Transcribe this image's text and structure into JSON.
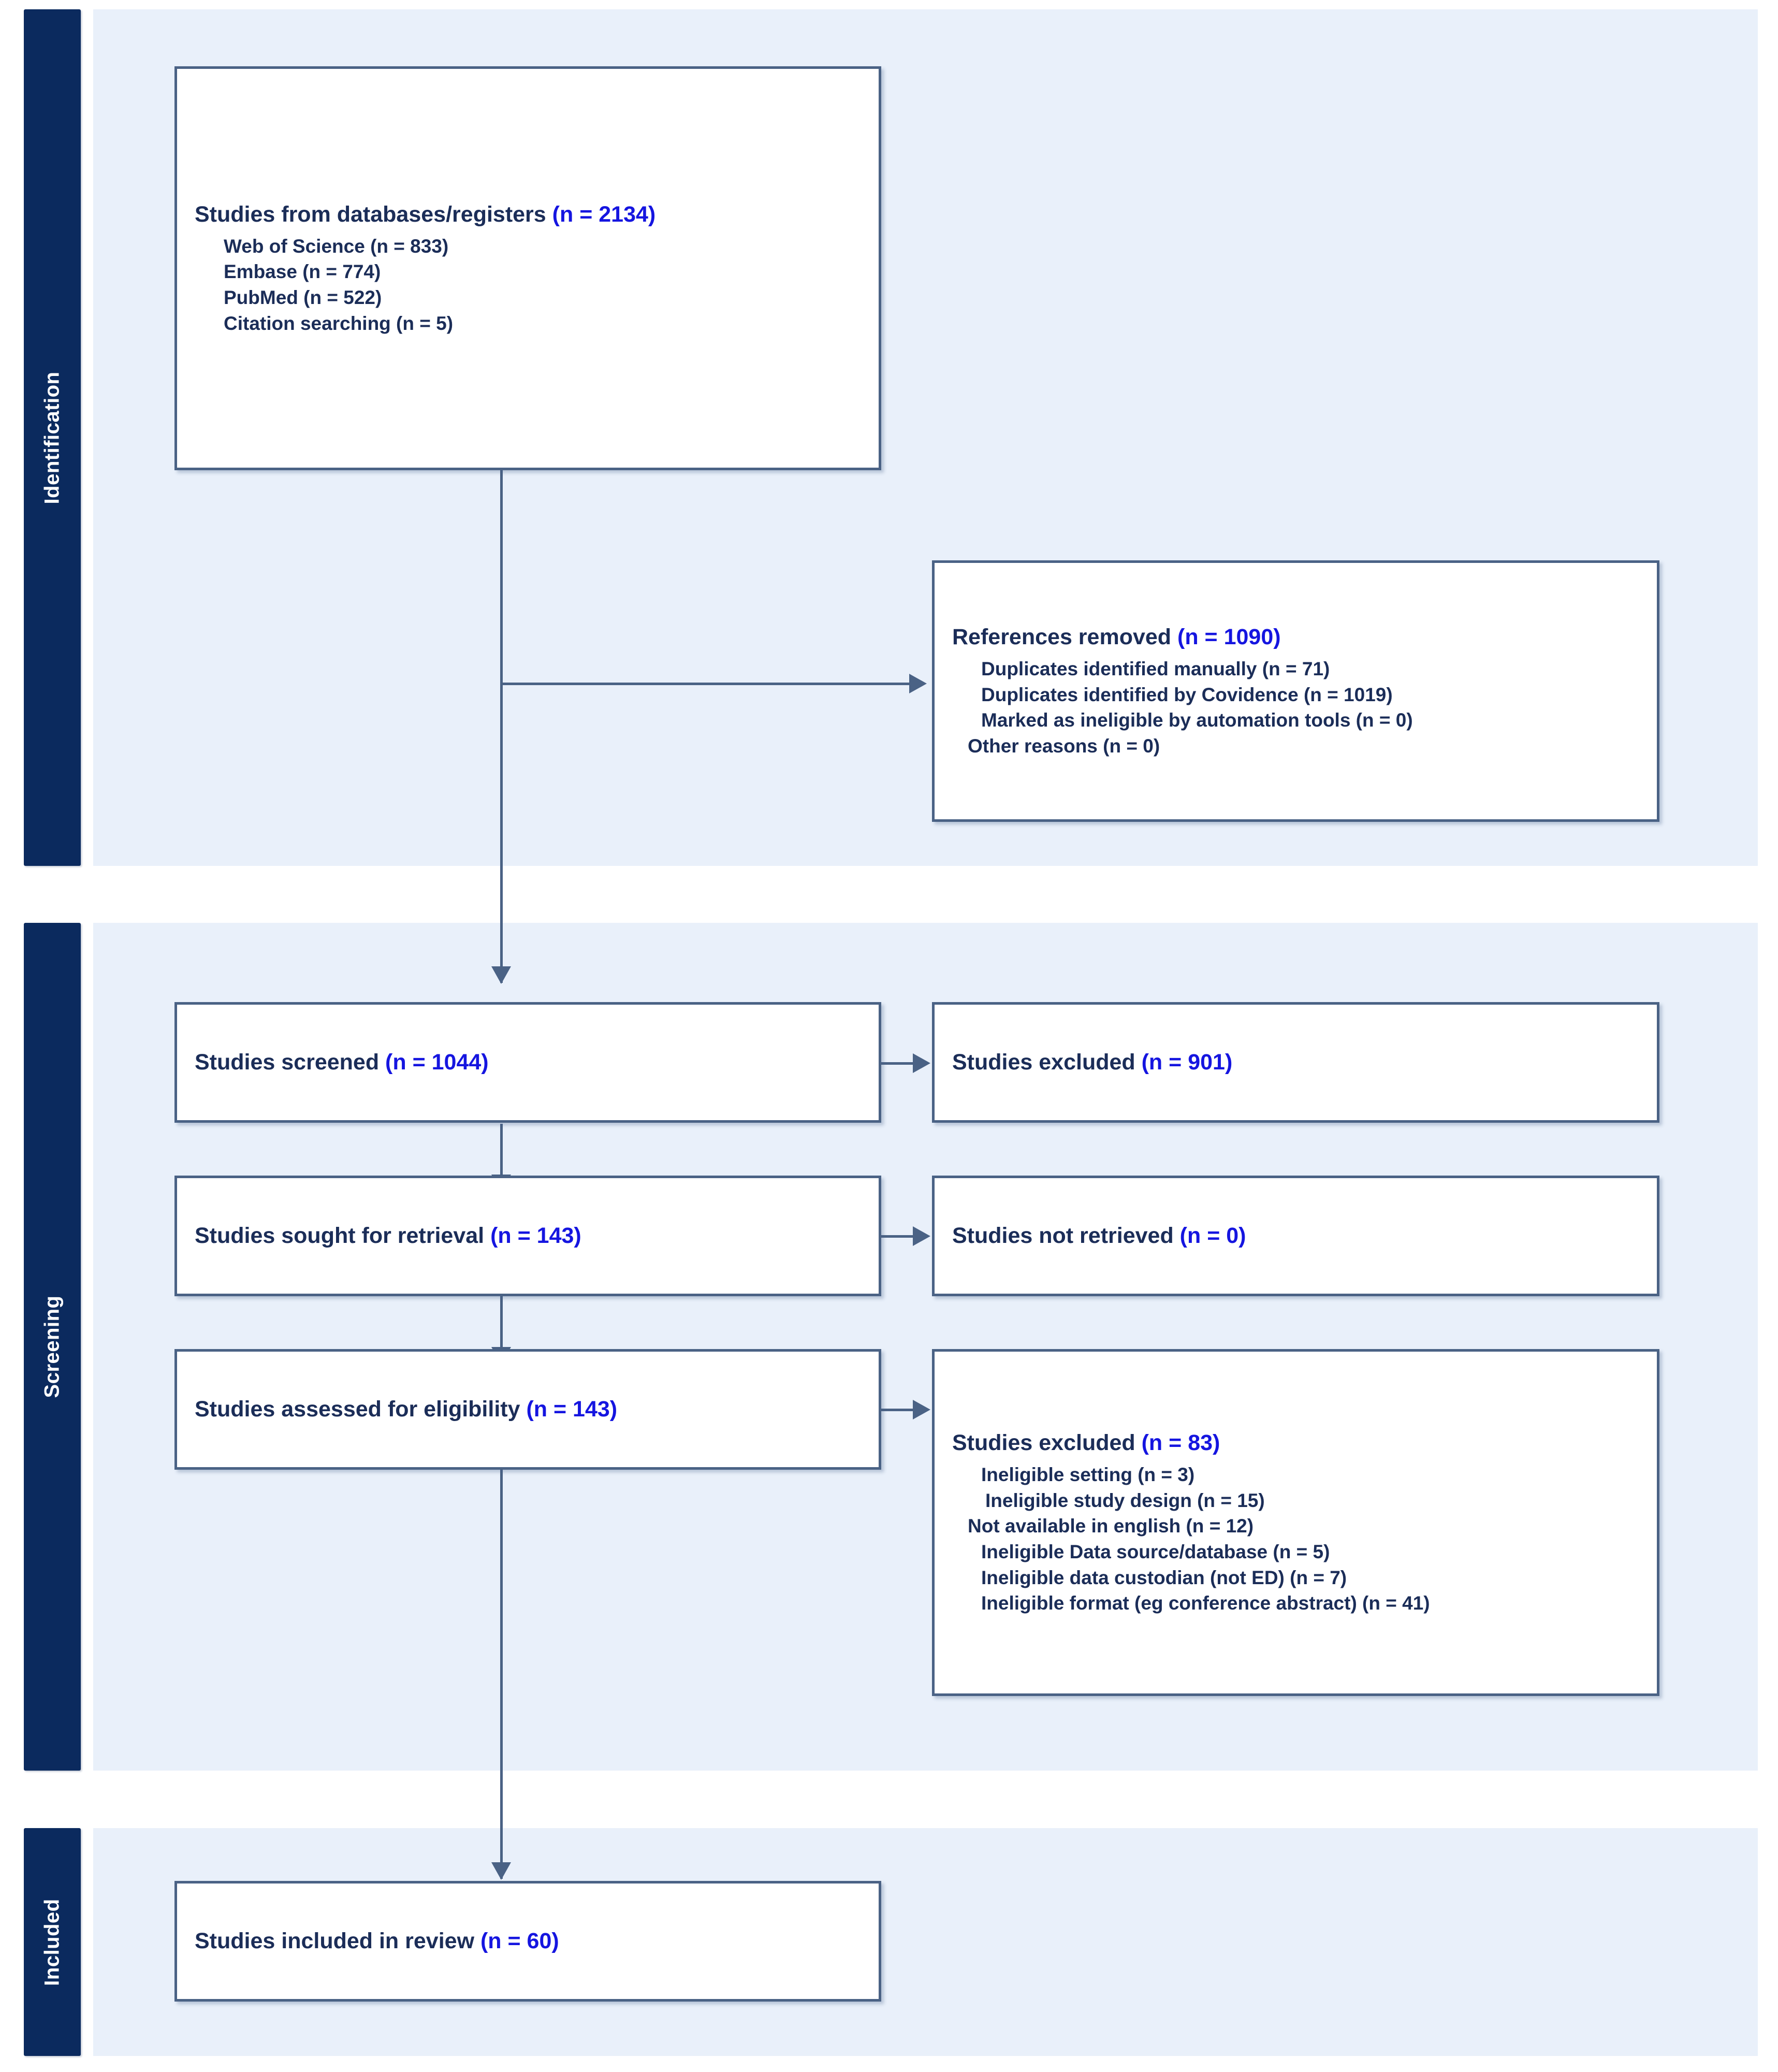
{
  "diagram": {
    "type": "PRISMA 2020 flow diagram",
    "colors": {
      "stage_bar": "#0b2a5e",
      "stage_panel": "#e9f0fa",
      "box_border": "#4a6285",
      "box_fill": "#ffffff",
      "text": "#1b2d58",
      "count_accent": "#1515e0",
      "connector": "#4a6285"
    }
  },
  "stages": [
    {
      "key": "identification",
      "label": "Identification"
    },
    {
      "key": "screening",
      "label": "Screening"
    },
    {
      "key": "included",
      "label": "Included"
    }
  ],
  "boxes": {
    "databases": {
      "title_text": "Studies from databases/registers ",
      "title_count": "(n = 2134)",
      "items": [
        "Web of Science (n = 833)",
        "Embase (n = 774)",
        "PubMed (n = 522)",
        "Citation searching (n = 5)"
      ]
    },
    "references_removed": {
      "title_text": "References removed ",
      "title_count": "(n = 1090)",
      "items": [
        "Duplicates identified manually (n = 71)",
        "Duplicates identified by Covidence (n = 1019)",
        "Marked as ineligible by automation tools (n = 0)",
        "Other reasons (n = 0)"
      ]
    },
    "screened": {
      "title_text": "Studies screened ",
      "title_count": "(n = 1044)"
    },
    "excluded_screened": {
      "title_text": "Studies excluded ",
      "title_count": "(n = 901)"
    },
    "sought_retrieval": {
      "title_text": "Studies sought for retrieval ",
      "title_count": "(n = 143)"
    },
    "not_retrieved": {
      "title_text": "Studies not retrieved ",
      "title_count": "(n = 0)"
    },
    "assessed_eligibility": {
      "title_text": "Studies assessed for eligibility ",
      "title_count": "(n = 143)"
    },
    "excluded_eligibility": {
      "title_text": "Studies excluded ",
      "title_count": "(n = 83)",
      "items": [
        "Ineligible setting (n = 3)",
        "Ineligible study design (n = 15)",
        "Not available in english (n = 12)",
        "Ineligible Data source/database (n = 5)",
        "Ineligible data custodian (not ED) (n = 7)",
        "Ineligible format (eg conference abstract) (n = 41)"
      ]
    },
    "included_review": {
      "title_text": "Studies included in review ",
      "title_count": "(n = 60)"
    }
  }
}
